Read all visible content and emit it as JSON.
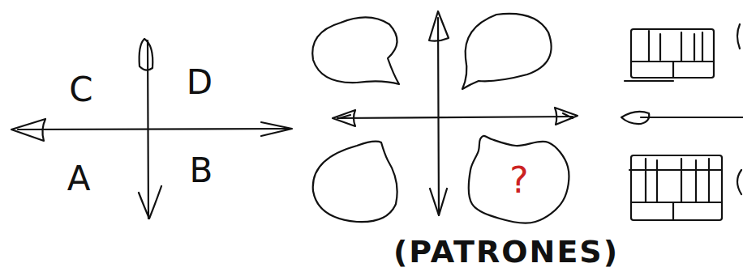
{
  "diagram": {
    "nodes": [
      {
        "text": [
          "?"
        ]
      }
    ],
    "labels": [
      "C",
      "D",
      "A",
      "B",
      "(PATRONES)"
    ]
  }
}
